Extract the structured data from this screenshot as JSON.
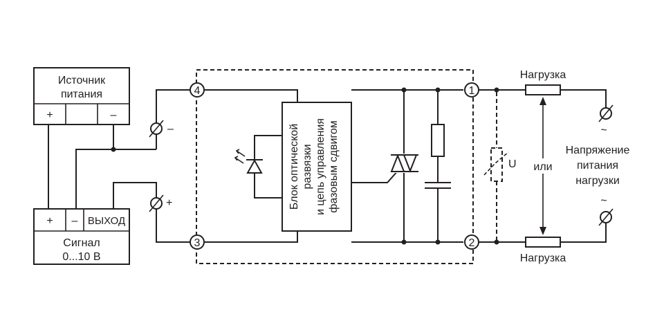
{
  "power_source": {
    "title_line1": "Источник",
    "title_line2": "питания",
    "plus": "+",
    "minus": "–"
  },
  "signal_source": {
    "plus": "+",
    "minus": "–",
    "output": "ВЫХОД",
    "title_line1": "Сигнал",
    "title_line2": "0...10 В"
  },
  "input_terminals": {
    "minus": "–",
    "plus": "+"
  },
  "relay": {
    "pins": [
      "4",
      "3",
      "1",
      "2"
    ],
    "block_lines": [
      "Блок оптической",
      "развязки",
      "и цепь управления",
      "фазовым сдвигом"
    ]
  },
  "varistor_label": "U",
  "load": {
    "top": "Нагрузка",
    "bottom": "Нагрузка",
    "or": "или"
  },
  "supply": {
    "line1": "Напряжение",
    "line2": "питания",
    "line3": "нагрузки",
    "ac_symbol": "~"
  },
  "colors": {
    "ink": "#231f20",
    "background": "#ffffff"
  }
}
